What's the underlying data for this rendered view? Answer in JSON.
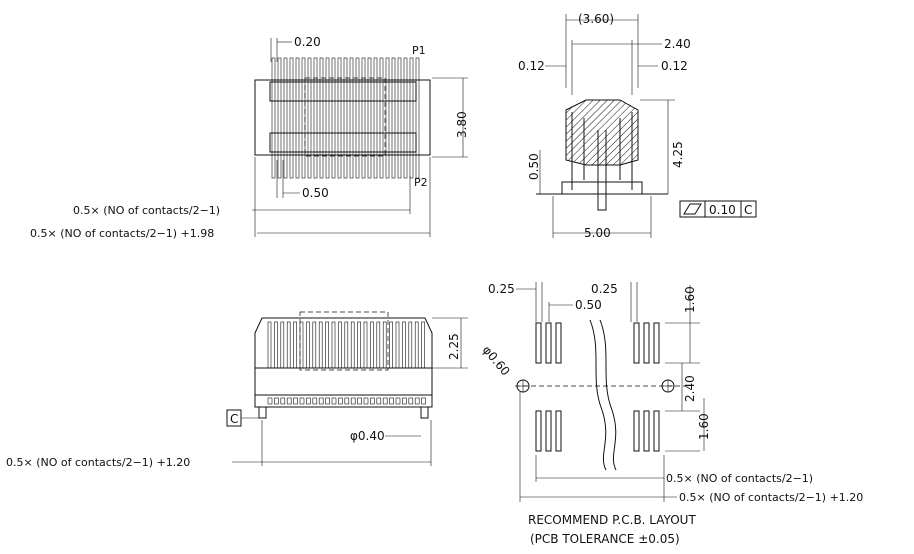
{
  "top_view": {
    "dim_pin_width": "0.20",
    "label_p1": "P1",
    "label_p2": "P2",
    "dim_height": "3.80",
    "dim_pitch": "0.50",
    "formula_1": "0.5× (NO of contacts/2−1)",
    "formula_2": "0.5× (NO of contacts/2−1) +1.98"
  },
  "side_view": {
    "dim_total_width": "(3.60)",
    "dim_inner": "2.40",
    "dim_left_gap": "0.12",
    "dim_right_gap": "0.12",
    "dim_height": "4.25",
    "dim_standoff": "0.50",
    "dim_base": "5.00",
    "flatness_value": "0.10",
    "flatness_datum": "C"
  },
  "front_view": {
    "dim_height": "2.25",
    "datum_label": "C",
    "dim_post": "φ0.40",
    "formula": "0.5× (NO of contacts/2−1) +1.20"
  },
  "pcb_layout": {
    "dim_pad_left": "0.25",
    "dim_pad_right": "0.25",
    "dim_pitch": "0.50",
    "dim_hole": "φ0.60",
    "dim_pad_len_top": "1.60",
    "dim_row_gap": "2.40",
    "dim_pad_len_bottom": "1.60",
    "formula_1": "0.5× (NO of contacts/2−1)",
    "formula_2": "0.5× (NO of contacts/2−1) +1.20",
    "caption_1": "RECOMMEND P.C.B. LAYOUT",
    "caption_2": "(PCB TOLERANCE ±0.05)"
  }
}
